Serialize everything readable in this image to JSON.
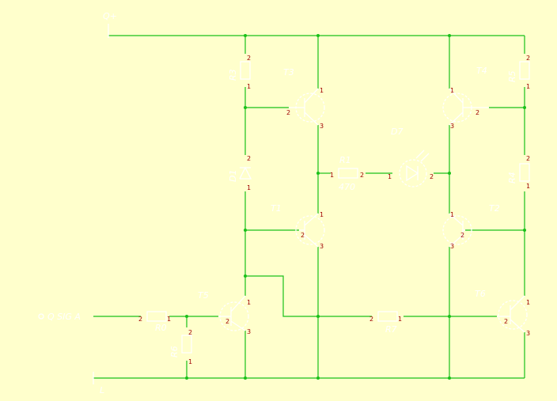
{
  "title": "",
  "power": {
    "vcc_label": "Q+",
    "gnd_label": "L"
  },
  "input": {
    "label": "Q SIG A"
  },
  "resistors": [
    {
      "ref": "R3",
      "pin_top": "2",
      "pin_bottom": "1"
    },
    {
      "ref": "R5",
      "pin_top": "2",
      "pin_bottom": "1"
    },
    {
      "ref": "R4",
      "pin_top": "2",
      "pin_bottom": "1"
    },
    {
      "ref": "R1",
      "value": "470",
      "pin_left": "1",
      "pin_right": "2"
    },
    {
      "ref": "R0",
      "pin_left": "2",
      "pin_right": "1"
    },
    {
      "ref": "R6",
      "pin_top": "2",
      "pin_bottom": "1"
    },
    {
      "ref": "R7",
      "pin_left": "2",
      "pin_right": "1"
    }
  ],
  "diodes": [
    {
      "ref": "D1",
      "pin_top": "2",
      "pin_bottom": "1"
    },
    {
      "ref": "D7",
      "pin_left": "1",
      "pin_right": "2",
      "type": "LED"
    }
  ],
  "transistors": [
    {
      "ref": "T3",
      "pins": [
        "1",
        "2",
        "3"
      ]
    },
    {
      "ref": "T4",
      "pins": [
        "1",
        "2",
        "3"
      ]
    },
    {
      "ref": "T1",
      "pins": [
        "1",
        "2",
        "3"
      ]
    },
    {
      "ref": "T2",
      "pins": [
        "1",
        "2",
        "3"
      ]
    },
    {
      "ref": "T5",
      "pins": [
        "1",
        "2",
        "3"
      ]
    },
    {
      "ref": "T6",
      "pins": [
        "1",
        "2",
        "3"
      ]
    }
  ],
  "colors": {
    "background": "#ffffcc",
    "wire": "#19c019",
    "symbol": "#ffffff",
    "pin": "#a00000"
  }
}
